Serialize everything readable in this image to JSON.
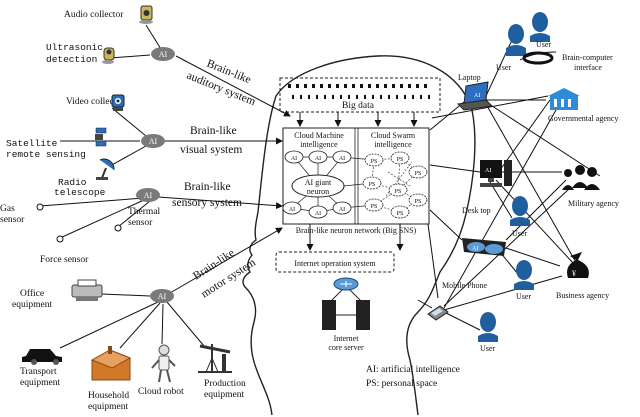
{
  "sensors": {
    "audio": "Audio collector",
    "ultrasonic_1": "Ultrasonic",
    "ultrasonic_2": "detection",
    "video": "Video collector",
    "satellite_1": "Satellite",
    "satellite_2": "remote sensing",
    "radio_1": "Radio",
    "radio_2": "telescope",
    "gas_1": "Gas",
    "gas_2": "sensor",
    "force": "Force sensor",
    "thermal_1": "Thermal",
    "thermal_2": "sensor"
  },
  "motor": {
    "office_1": "Office",
    "office_2": "equipment",
    "transport_1": "Transport",
    "transport_2": "equipment",
    "household_1": "Household",
    "household_2": "equipment",
    "robot": "Cloud robot",
    "production_1": "Production",
    "production_2": "equipment"
  },
  "systems": {
    "auditory_1": "Brain-like",
    "auditory_2": "auditory system",
    "visual_1": "Brain-like",
    "visual_2": "visual system",
    "sensory_1": "Brain-like",
    "sensory_2": "sensory system",
    "motor_1": "Brain-like",
    "motor_2": "motor system"
  },
  "hub_label": "AI",
  "brain": {
    "big_data": "Big data",
    "cloud_machine_1": "Cloud Machine",
    "cloud_machine_2": "intelligence",
    "cloud_swarm_1": "Cloud Swarm",
    "cloud_swarm_2": "intelligence",
    "giant_1": "AI giant",
    "giant_2": "neuron",
    "node_ai": "AI",
    "node_ps": "PS",
    "network": "Brain-like neuron network (Big SNS)",
    "ios": "Internet operation system",
    "core_1": "Internet",
    "core_2": "core server"
  },
  "right": {
    "laptop": "Laptop",
    "user": "User",
    "bci_1": "Brain-computer",
    "bci_2": "interface",
    "gov": "Governmental agency",
    "military": "Military agency",
    "desktop": "Desk top",
    "business": "Business agency",
    "mobile": "Mobile Phone"
  },
  "legend": {
    "ai": "AI:  artificial intelligence",
    "ps": "PS:  personal space"
  },
  "colors": {
    "hub": "#7a7a7a",
    "user": "#1f5fa0",
    "laptop_screen": "#2e6ec0",
    "gov": "#2f8ad8",
    "household": "#d2782a",
    "line": "#1a1a1a"
  },
  "icons": [
    "speaker-icon",
    "microphone-icon",
    "camera-icon",
    "satellite-icon",
    "radio-telescope-icon",
    "printer-icon",
    "car-icon",
    "house-icon",
    "robot-icon",
    "oil-pump-icon",
    "server-icon",
    "router-icon",
    "laptop-icon",
    "desktop-icon",
    "vr-glasses-icon",
    "mobile-phone-icon",
    "user-icon",
    "building-icon",
    "soldiers-icon",
    "money-bag-icon"
  ]
}
